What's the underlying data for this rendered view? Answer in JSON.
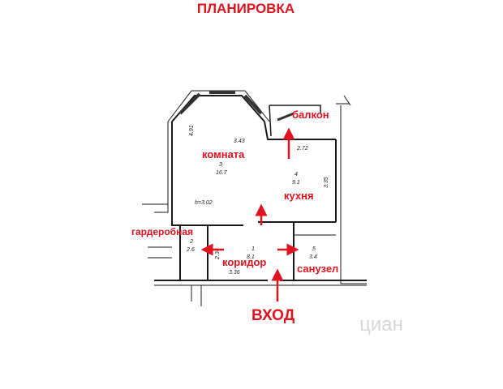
{
  "title": "ПЛАНИРОВКА",
  "rooms": {
    "balcony": {
      "label": "балкон"
    },
    "room": {
      "label": "комната",
      "number": "3",
      "area": "16.7",
      "dim_top": "3.43",
      "dim_side": "4.91"
    },
    "kitchen": {
      "label": "кухня",
      "number": "4",
      "area": "9.1",
      "dim_top": "2.72",
      "dim_side": "3.35"
    },
    "wardrobe": {
      "label": "гардеробная",
      "number": "2",
      "area": "2.6",
      "dim_side": "2.34"
    },
    "corridor": {
      "label": "коридор",
      "number": "1",
      "area": "8.1",
      "dim_bottom": "3.36"
    },
    "bathroom": {
      "label": "санузел",
      "number": "5",
      "area": "3.4"
    }
  },
  "ceiling_height": "h=3.02",
  "entrance": {
    "label": "ВХОД"
  },
  "watermark": "циан",
  "colors": {
    "accent": "#e0141e",
    "wall": "#1a1a1a"
  }
}
